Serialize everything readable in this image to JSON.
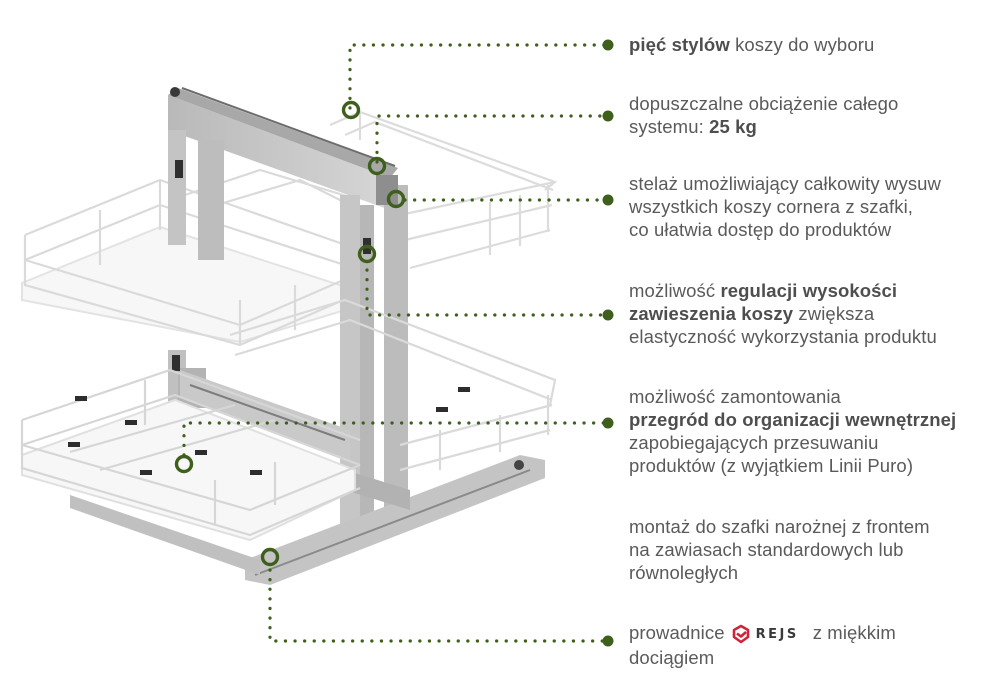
{
  "colors": {
    "accent": "#3f5f1c",
    "text": "#5a5a5a",
    "frame": "#c9c9c9",
    "wire": "#e2e2e2",
    "brand_red": "#d2223a"
  },
  "features": [
    {
      "id": "styles",
      "parts": [
        {
          "text": "pięć stylów",
          "bold": true
        },
        {
          "text": " koszy do wyboru",
          "bold": false
        }
      ]
    },
    {
      "id": "load",
      "line1": "dopuszczalne obciążenie całego",
      "line2_prefix": "systemu: ",
      "line2_bold": "25 kg"
    },
    {
      "id": "frame",
      "lines": [
        "stelaż umożliwiający całkowity wysuw",
        "wszystkich koszy cornera z szafki,",
        "co ułatwia dostęp do produktów"
      ]
    },
    {
      "id": "height",
      "line1_prefix": "możliwość ",
      "line1_bold": "regulacji wysokości",
      "line2_bold": "zawieszenia koszy",
      "line2_suffix": " zwiększa",
      "line3": "elastyczność wykorzystania produktu"
    },
    {
      "id": "dividers",
      "line1": "możliwość zamontowania",
      "line2_bold": "przegród do organizacji wewnętrznej",
      "line3": "zapobiegających przesuwaniu",
      "line4": "produktów (z wyjątkiem Linii Puro)"
    },
    {
      "id": "mounting",
      "lines": [
        "montaż do szafki narożnej z frontem",
        "na zawiasach standardowych lub",
        "równoległych"
      ]
    },
    {
      "id": "slides",
      "prefix": "prowadnice",
      "brand_icon": "rejs-logo-icon",
      "brand": "REJS",
      "suffix": "z miękkim",
      "line2": "dociągiem"
    }
  ],
  "callouts": [
    {
      "target": "top-right-basket-rail",
      "feature": "styles"
    },
    {
      "target": "frame-top-corner",
      "feature": "load"
    },
    {
      "target": "frame-vertical-post",
      "feature": "frame"
    },
    {
      "target": "basket-height-hanger",
      "feature": "height"
    },
    {
      "target": "basket-floor-divider",
      "feature": "dividers"
    },
    {
      "target": "base-slide-rail",
      "feature": "slides"
    }
  ]
}
